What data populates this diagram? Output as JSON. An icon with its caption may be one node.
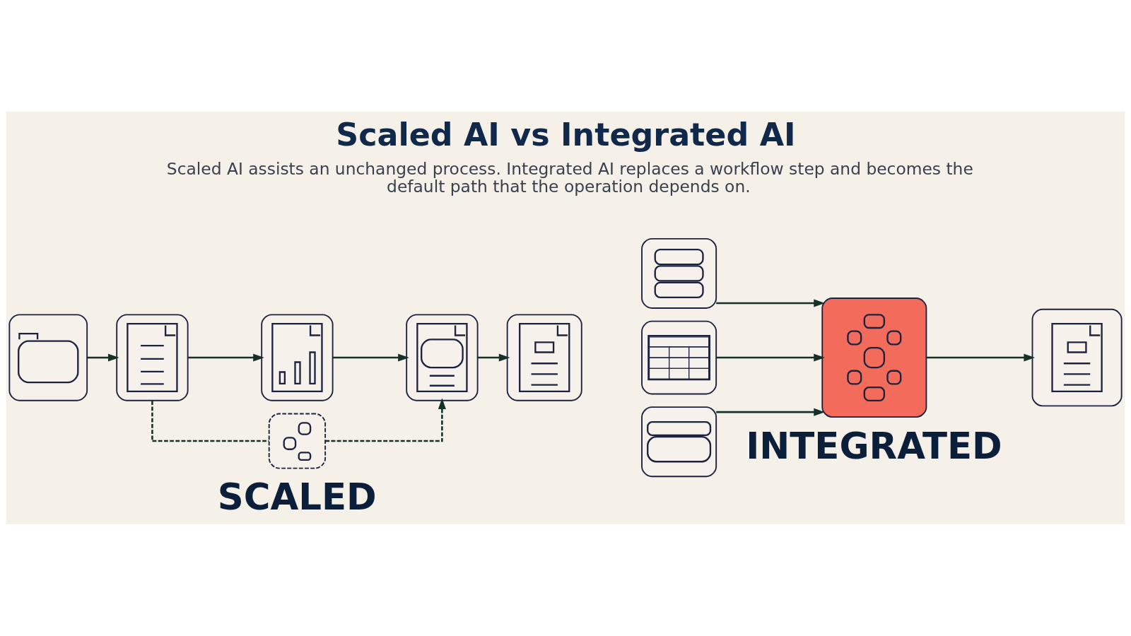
{
  "diagram": {
    "title": "Scaled AI vs Integrated AI",
    "caption": "Scaled AI assists an unchanged process. Integrated AI replaces a workflow step and becomes the default path that the operation depends on.",
    "nodes": [
      {
        "text": [],
        "shape": "picture"
      },
      {
        "text": [],
        "shape": "picture"
      },
      {
        "text": [],
        "shape": "picture"
      },
      {
        "text": [],
        "shape": "picture"
      },
      {
        "text": [],
        "shape": "picture"
      },
      {
        "text": [],
        "shape": "picture"
      },
      {
        "text": [],
        "shape": "picture"
      },
      {
        "text": [],
        "shape": "picture"
      },
      {
        "text": [],
        "shape": "picture"
      },
      {
        "text": [],
        "shape": "picture"
      },
      {
        "text": [],
        "shape": "picture"
      }
    ],
    "edges": [
      {
        "from": 0,
        "to": 1,
        "arrow": "to"
      },
      {
        "from": 1,
        "to": 2,
        "arrow": "to"
      },
      {
        "from": 2,
        "to": 3,
        "arrow": "to"
      },
      {
        "from": 3,
        "to": 4,
        "arrow": "to"
      },
      {
        "from": 1,
        "to": 5,
        "arrow": "none",
        "style": "dashed"
      },
      {
        "from": 5,
        "to": 3,
        "arrow": "to",
        "style": "dashed"
      },
      {
        "from": 6,
        "to": 9,
        "arrow": "to"
      },
      {
        "from": 7,
        "to": 9,
        "arrow": "to"
      },
      {
        "from": 8,
        "to": 9,
        "arrow": "to"
      },
      {
        "from": 9,
        "to": 10,
        "arrow": "to"
      }
    ],
    "labels": [
      "SCALED",
      "INTEGRATED"
    ]
  }
}
